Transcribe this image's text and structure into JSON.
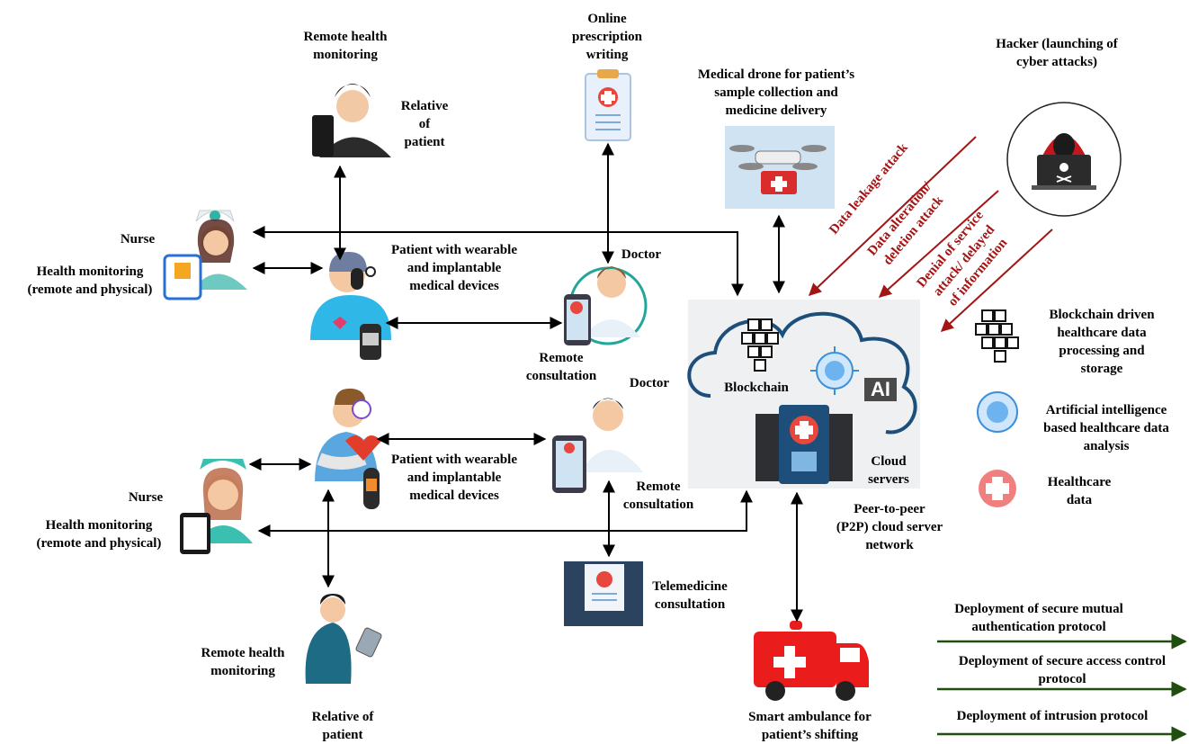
{
  "labels": {
    "remote_monitoring_top": "Remote health\nmonitoring",
    "relative_top": "Relative\nof\npatient",
    "online_prescription": "Online\nprescription\nwriting",
    "drone": "Medical drone for patient’s\nsample collection and\nmedicine delivery",
    "hacker": "Hacker (launching of\ncyber attacks)",
    "nurse_top": "Nurse",
    "health_monitoring_top": "Health monitoring\n(remote and physical)",
    "patient_top": "Patient with wearable\nand implantable\nmedical devices",
    "doctor_top": "Doctor",
    "remote_consultation_top": "Remote\nconsultation",
    "doctor_bottom": "Doctor",
    "patient_bottom": "Patient with wearable\nand implantable\nmedical devices",
    "remote_consultation_bottom": "Remote\nconsultation",
    "nurse_bottom": "Nurse",
    "health_monitoring_bottom": "Health monitoring\n(remote and physical)",
    "telemedicine": "Telemedicine\nconsultation",
    "remote_monitoring_bottom": "Remote health\nmonitoring",
    "relative_bottom": "Relative of\npatient",
    "ambulance": "Smart ambulance for\npatient’s shifting",
    "p2p": "Peer-to-peer\n(P2P) cloud server\nnetwork"
  },
  "cloud": {
    "blockchain": "Blockchain",
    "ai_badge": "AI",
    "servers": "Cloud\nservers"
  },
  "attacks": {
    "leakage": "Data leakage attack",
    "alteration": "Data alteration/\ndeletion attack",
    "dos": "Denial of service\nattack/ delayed\nof information"
  },
  "legend": {
    "blockchain": "Blockchain driven\nhealthcare data\nprocessing and\nstorage",
    "ai": "Artificial intelligence\nbased healthcare data\nanalysis",
    "healthcare": "Healthcare\ndata"
  },
  "protocols": {
    "mutual_auth": "Deployment of secure mutual\nauthentication protocol",
    "access_control": "Deployment of secure access control\nprotocol",
    "intrusion": "Deployment of intrusion protocol"
  },
  "colors": {
    "attack_arrow": "#a31515",
    "protocol_arrow": "#1f4e0f",
    "health_red": "#e8473d",
    "cloud_bg": "#eef0f2"
  }
}
